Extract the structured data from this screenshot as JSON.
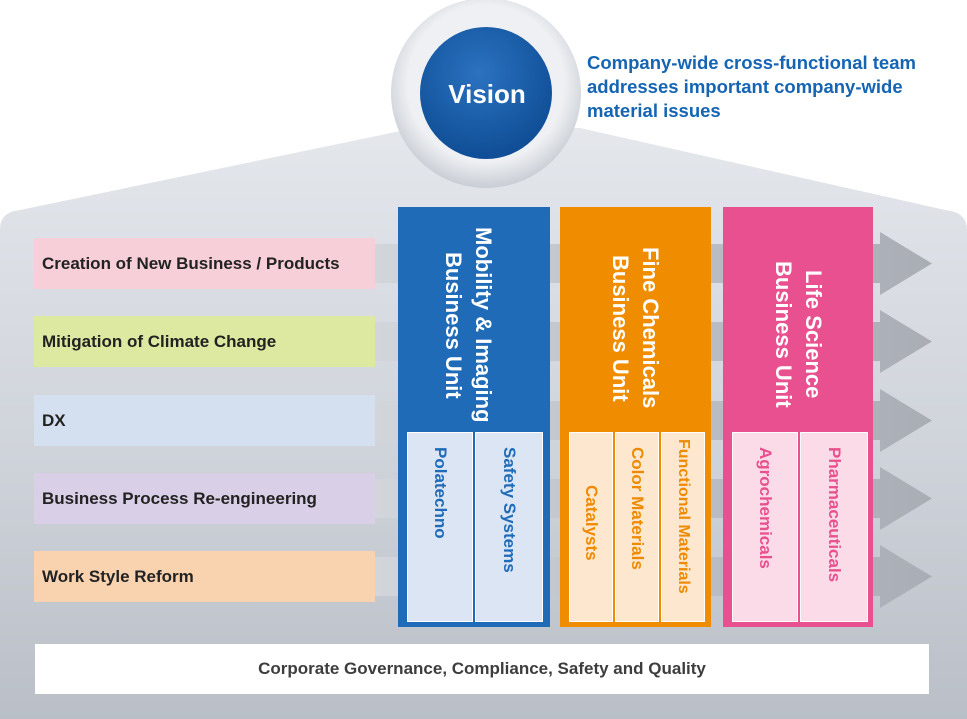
{
  "vision": {
    "label": "Vision",
    "caption": [
      "Company-wide cross-functional team",
      "addresses important company-wide",
      "material issues"
    ]
  },
  "issues": [
    {
      "label": "Creation of New Business / Products",
      "color": "#f7cfd8"
    },
    {
      "label": "Mitigation of Climate Change",
      "color": "#dde8a0"
    },
    {
      "label": "DX",
      "color": "#d4dff0"
    },
    {
      "label": "Business Process Re-engineering",
      "color": "#d9cfe6"
    },
    {
      "label": "Work Style Reform",
      "color": "#f9d3b0"
    }
  ],
  "units": [
    {
      "title_lines": [
        "Mobility & Imaging",
        "Business Unit"
      ],
      "color": "#1f6bb8",
      "sub_bg": "#dbe5f3",
      "sub_text": "#1f6bb8",
      "subs": [
        "Safety Systems",
        "Polatechno"
      ]
    },
    {
      "title_lines": [
        "Fine Chemicals",
        "Business Unit"
      ],
      "color": "#f08c00",
      "sub_bg": "#fde8cf",
      "sub_text": "#ef8a00",
      "subs": [
        "Functional Materials",
        "Color Materials",
        "Catalysts"
      ]
    },
    {
      "title_lines": [
        "Life Science",
        "Business Unit"
      ],
      "color": "#e8508f",
      "sub_bg": "#fadbe7",
      "sub_text": "#e8508f",
      "subs": [
        "Pharmaceuticals",
        "Agrochemicals"
      ]
    }
  ],
  "governance": {
    "label": "Corporate Governance, Compliance, Safety and Quality"
  }
}
